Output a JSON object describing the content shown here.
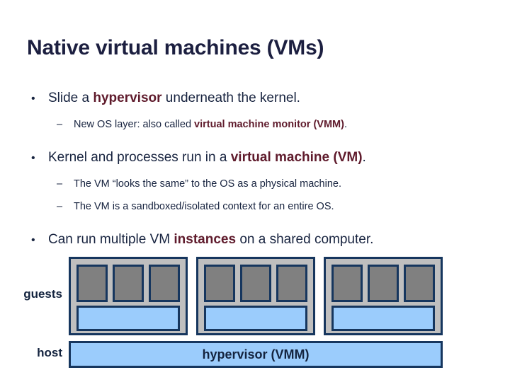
{
  "slide": {
    "title": "Native virtual machines (VMs)"
  },
  "body": {
    "bullets": [
      {
        "level": 1,
        "mark": "•",
        "segments": [
          {
            "text": "Slide a ",
            "emph": false
          },
          {
            "text": "hypervisor",
            "emph": true
          },
          {
            "text": " underneath the kernel.",
            "emph": false
          }
        ]
      },
      {
        "level": 2,
        "mark": "–",
        "segments": [
          {
            "text": "New OS layer: also called ",
            "emph": false
          },
          {
            "text": "virtual machine monitor (VMM)",
            "emph": true
          },
          {
            "text": ".",
            "emph": false
          }
        ]
      },
      {
        "level": 1,
        "mark": "•",
        "segments": [
          {
            "text": "Kernel and processes run in a ",
            "emph": false
          },
          {
            "text": "virtual machine (VM)",
            "emph": true
          },
          {
            "text": ".",
            "emph": false
          }
        ]
      },
      {
        "level": 2,
        "mark": "–",
        "segments": [
          {
            "text": "The VM “looks the same” to the OS as a physical machine.",
            "emph": false
          }
        ]
      },
      {
        "level": 2,
        "mark": "–",
        "segments": [
          {
            "text": "The VM is a sandboxed/isolated context for an entire OS.",
            "emph": false
          }
        ]
      },
      {
        "level": 1,
        "mark": "•",
        "segments": [
          {
            "text": "Can run multiple VM ",
            "emph": false
          },
          {
            "text": "instances",
            "emph": true
          },
          {
            "text": " on a shared computer.",
            "emph": false
          }
        ]
      }
    ]
  },
  "diagram": {
    "guests_label": "guests",
    "host_label": "host",
    "hypervisor_label": "hypervisor (VMM)",
    "guest_count": 3,
    "processes_per_guest": 3,
    "colors": {
      "border": "#16365e",
      "guest_background": "#bfbfbf",
      "process_fill": "#808080",
      "kernel_fill": "#9bccfc",
      "hypervisor_fill": "#9bccfc",
      "title_text": "#1c1f40",
      "emphasis_text": "#5f1b2c",
      "body_text": "#17233f"
    }
  }
}
